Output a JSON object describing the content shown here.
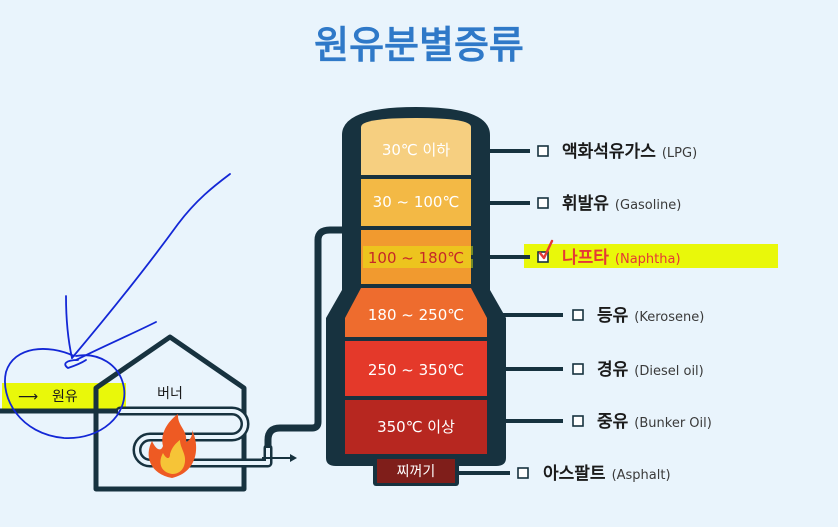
{
  "title": "원유분별증류",
  "colors": {
    "background": "#e9f4fc",
    "title": "#2f79c8",
    "outline": "#17323f",
    "highlight": "#e9f80a",
    "selected": "#e53935",
    "annotation": "#1327d6"
  },
  "column": {
    "layers": [
      {
        "label": "30℃ 이하",
        "color": "#f6cf80"
      },
      {
        "label": "30 ~ 100℃",
        "color": "#f3b945"
      },
      {
        "label": "100 ~ 180℃",
        "color": "#f19a2f"
      },
      {
        "label": "180 ~ 250℃",
        "color": "#ee6c2e"
      },
      {
        "label": "250 ~ 350℃",
        "color": "#e4392a"
      },
      {
        "label": "350℃ 이상",
        "color": "#b72720"
      }
    ],
    "residue": "찌꺼기"
  },
  "products": [
    {
      "name": "액화석유가스",
      "en": "(LPG)"
    },
    {
      "name": "휘발유",
      "en": "(Gasoline)"
    },
    {
      "name": "나프타",
      "en": "(Naphtha)"
    },
    {
      "name": "등유",
      "en": "(Kerosene)"
    },
    {
      "name": "경유",
      "en": "(Diesel oil)"
    },
    {
      "name": "중유",
      "en": "(Bunker Oil)"
    },
    {
      "name": "아스팔트",
      "en": "(Asphalt)"
    }
  ],
  "selected_product": "나프타",
  "furnace": {
    "label": "버너"
  },
  "input": {
    "label": "원유",
    "arrow": "⟶"
  }
}
